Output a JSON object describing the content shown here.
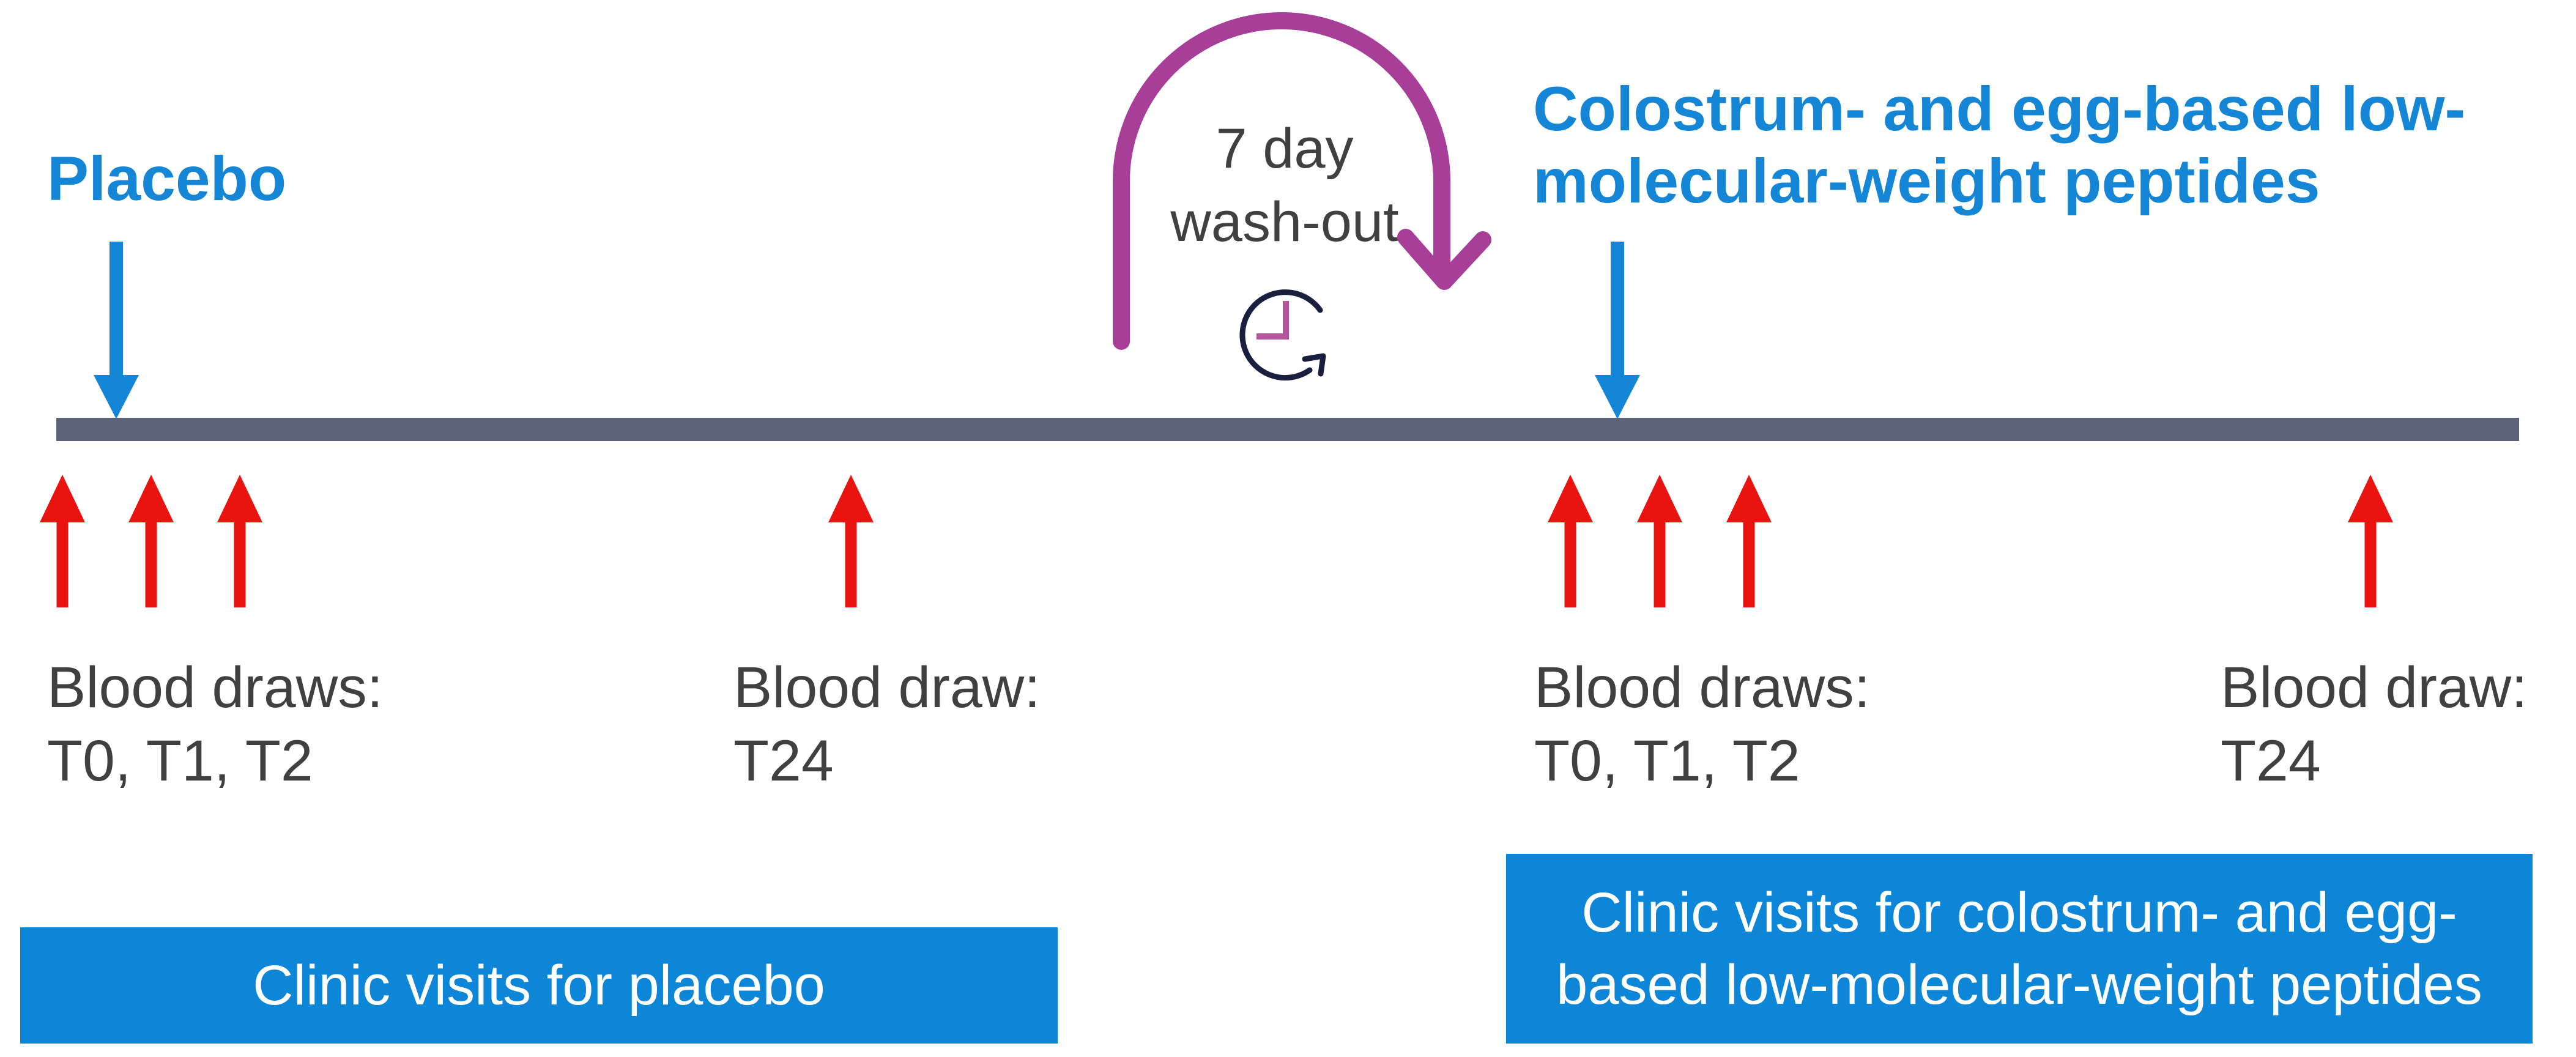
{
  "colors": {
    "blue": "#1585d6",
    "boxblue": "#0d86d8",
    "slate": "#5b6478",
    "red": "#e9140f",
    "purple": "#a73e98",
    "navy": "#1a1f40",
    "pink": "#b4569c",
    "gray": "#404041",
    "white": "#ffffff"
  },
  "arms": {
    "placebo": {
      "title": "Placebo"
    },
    "peptides": {
      "title": "Colostrum- and egg-based low-\nmolecular-weight peptides"
    }
  },
  "washout": {
    "label": "7 day\nwash-out"
  },
  "blood_draws": [
    {
      "label": "Blood draws:\nT0, T1, T2"
    },
    {
      "label": "Blood draw:\nT24"
    },
    {
      "label": "Blood draws:\nT0, T1, T2"
    },
    {
      "label": "Blood draw:\nT24"
    }
  ],
  "clinic_boxes": {
    "placebo": {
      "label": "Clinic visits for placebo"
    },
    "peptides": {
      "label": "Clinic visits for colostrum- and egg-\nbased low-molecular-weight peptides"
    }
  },
  "icons": {
    "washout_arrow": "u-turn-arrow-icon",
    "clock": "clock-history-icon",
    "intervention_arrow": "down-arrow-icon",
    "blood_draw_arrow": "up-arrow-icon"
  }
}
